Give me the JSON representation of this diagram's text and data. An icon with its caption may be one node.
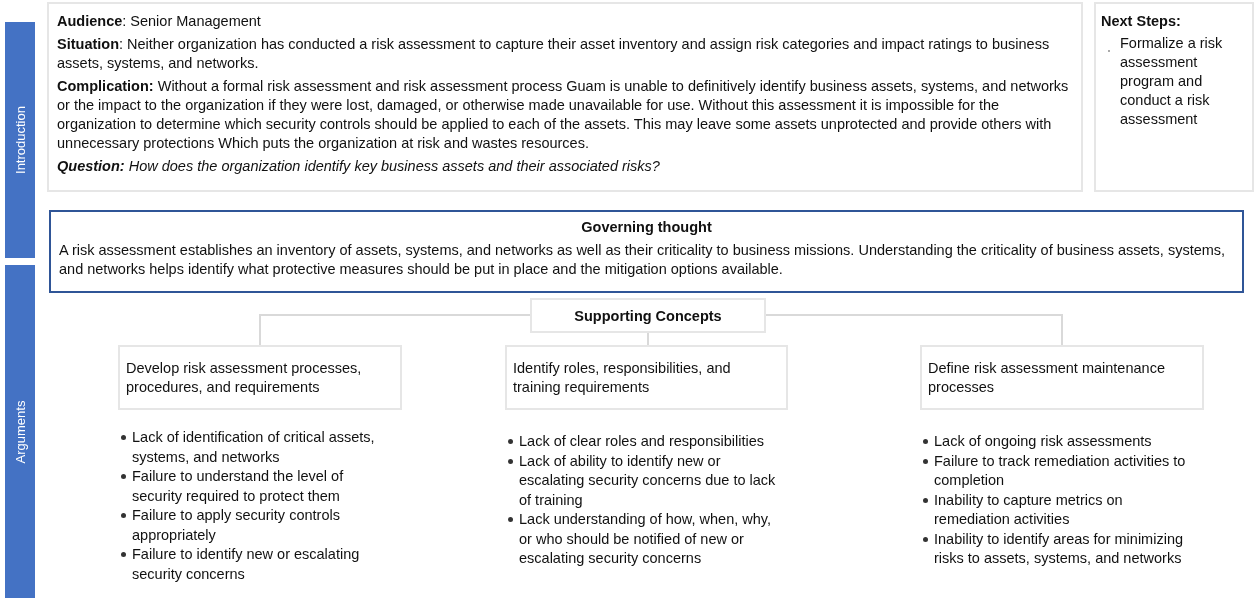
{
  "diagram": {
    "nodes": [
      {
        "text": [
          "Introduction"
        ]
      },
      {
        "text": [
          "Arguments"
        ]
      },
      {
        "text": [
          "**Audience**: Senior Management",
          "**Situation**: Neither organization has conducted a risk assessment to capture their asset inventory and assign risk categories and impact ratings to business assets, systems, and networks.",
          "**Complication:** Without a formal risk assessment and risk assessment process Guam is unable to definitively identify business assets, systems, and networks or the impact to the organization if they were lost, damaged, or otherwise made unavailable for use. Without this assessment it is impossible for the organization to determine which security controls should be applied to each of the assets. This may leave some assets unprotected and provide others with unnecessary protections Which puts the organization at risk and wastes resources.",
          "**Question:** How does the organization identify key business assets and their associated risks?"
        ]
      },
      {
        "text": [
          "Next Steps:",
          "Formalize a risk assessment program and conduct a risk assessment"
        ]
      },
      {
        "text": [
          "Governing thought",
          "A risk assessment establishes an inventory of assets, systems, and networks as well as their criticality to business missions. Understanding the criticality of business assets, systems, and networks helps identify what protective measures should be put in place and the mitigation options available."
        ]
      },
      {
        "text": [
          "Supporting Concepts"
        ]
      },
      {
        "text": [
          "Develop risk assessment processes, procedures, and requirements"
        ],
        "beside": [
          "Lack of identification of critical assets, systems, and networks",
          "Failure to understand the level of security required to protect them",
          "Failure to apply security controls appropriately",
          "Failure to identify new or escalating security concerns"
        ]
      },
      {
        "text": [
          "Identify roles, responsibilities, and training requirements"
        ],
        "beside": [
          "Lack of clear roles and responsibilities",
          "Lack of ability to identify new or escalating security concerns due to lack of training",
          "Lack understanding of how, when, why, or who should be notified of new or escalating security concerns"
        ]
      },
      {
        "text": [
          "Define risk assessment maintenance processes"
        ],
        "beside": [
          "Lack of ongoing risk assessments",
          "Failure to track remediation activities to completion",
          "Inability to capture metrics on remediation activities",
          "Inability to identify areas for minimizing risks to assets, systems, and networks"
        ]
      }
    ],
    "edges": [
      {
        "from": 5,
        "to": 6,
        "arrow": "none"
      },
      {
        "from": 5,
        "to": 7,
        "arrow": "none"
      },
      {
        "from": 5,
        "to": 8,
        "arrow": "none"
      }
    ]
  }
}
